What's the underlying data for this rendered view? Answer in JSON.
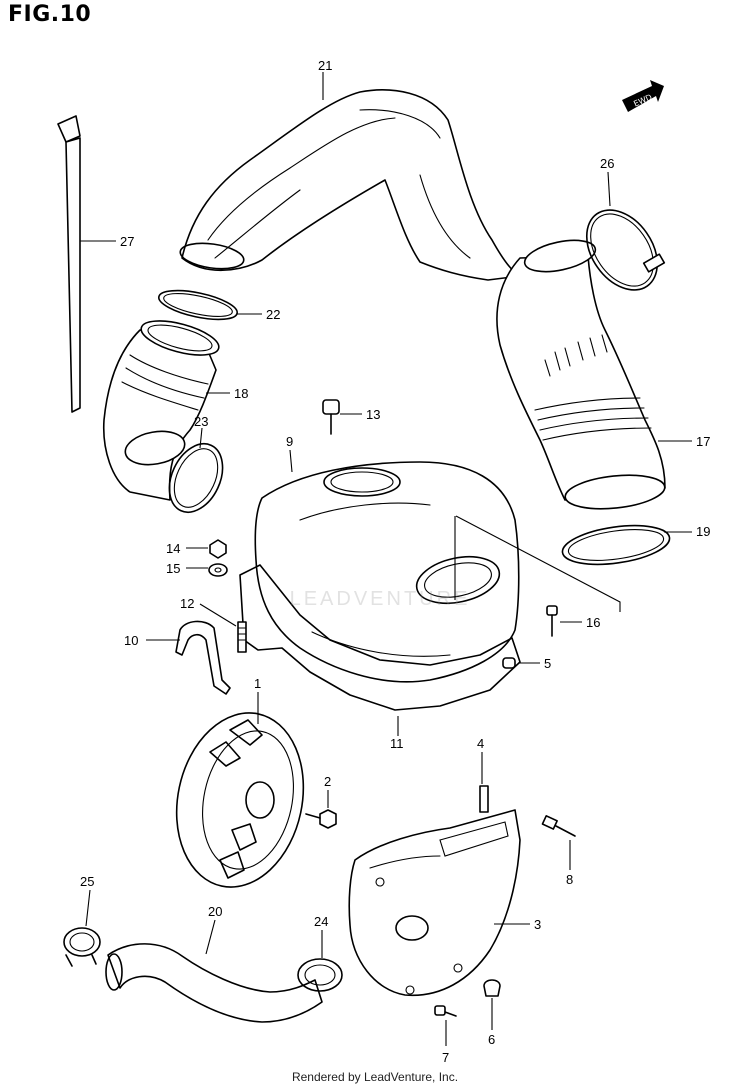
{
  "figure": {
    "title": "FIG.10"
  },
  "badge": {
    "text": "EWD"
  },
  "watermark": {
    "text": "LEADVENTURE"
  },
  "footer": {
    "text": "Rendered by LeadVenture, Inc."
  },
  "parts": [
    {
      "id": "p1",
      "number": "1"
    },
    {
      "id": "p2",
      "number": "2"
    },
    {
      "id": "p3",
      "number": "3"
    },
    {
      "id": "p4",
      "number": "4"
    },
    {
      "id": "p5",
      "number": "5"
    },
    {
      "id": "p6",
      "number": "6"
    },
    {
      "id": "p7",
      "number": "7"
    },
    {
      "id": "p8",
      "number": "8"
    },
    {
      "id": "p9",
      "number": "9"
    },
    {
      "id": "p10",
      "number": "10"
    },
    {
      "id": "p11",
      "number": "11"
    },
    {
      "id": "p12",
      "number": "12"
    },
    {
      "id": "p13",
      "number": "13"
    },
    {
      "id": "p14",
      "number": "14"
    },
    {
      "id": "p15",
      "number": "15"
    },
    {
      "id": "p16",
      "number": "16"
    },
    {
      "id": "p17",
      "number": "17"
    },
    {
      "id": "p18",
      "number": "18"
    },
    {
      "id": "p19",
      "number": "19"
    },
    {
      "id": "p20",
      "number": "20"
    },
    {
      "id": "p21",
      "number": "21"
    },
    {
      "id": "p22",
      "number": "22"
    },
    {
      "id": "p23",
      "number": "23"
    },
    {
      "id": "p24",
      "number": "24"
    },
    {
      "id": "p25",
      "number": "25"
    },
    {
      "id": "p26",
      "number": "26"
    },
    {
      "id": "p27",
      "number": "27"
    }
  ]
}
